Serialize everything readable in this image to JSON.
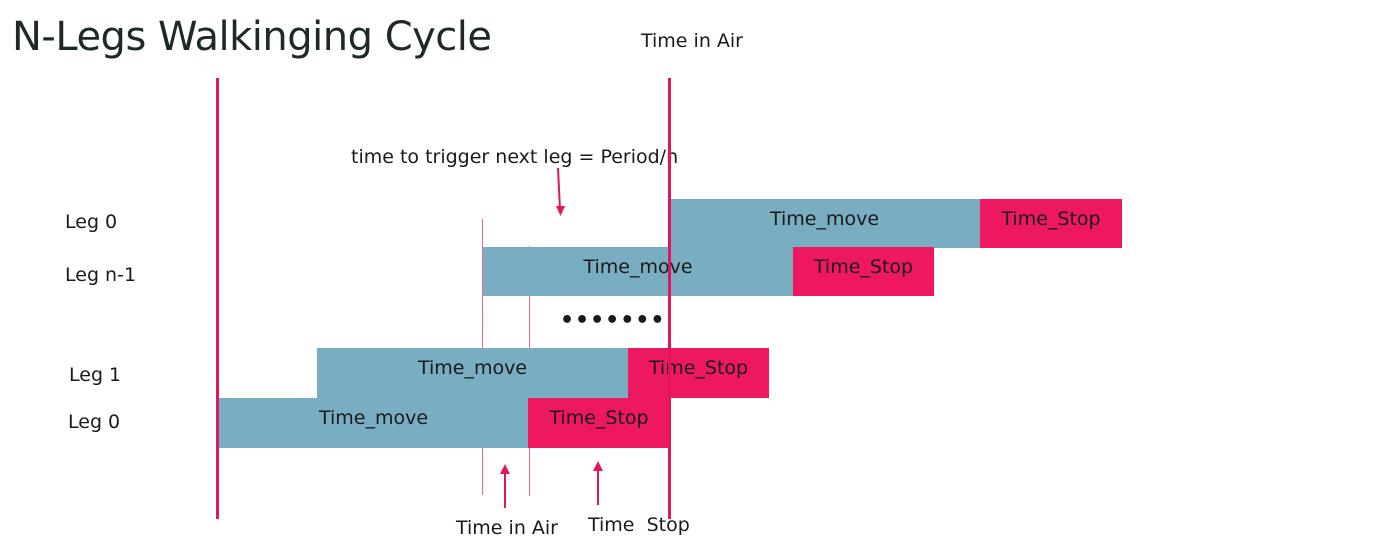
{
  "title": "N-Legs Walkinging Cycle",
  "annotations": {
    "time_in_air_top": "Time in Air",
    "trigger_note": "time to trigger next leg = Period/n",
    "time_in_air_bottom": "Time in Air",
    "time_stop_bottom": "Time  Stop",
    "ellipsis": "•••••••"
  },
  "legs": [
    {
      "label": "Leg 0",
      "move": "Time_move",
      "stop": "Time_Stop"
    },
    {
      "label": "Leg n-1",
      "move": "Time_move",
      "stop": "Time_Stop"
    },
    {
      "label": "Leg 1",
      "move": "Time_move",
      "stop": "Time_Stop"
    },
    {
      "label": "Leg 0",
      "move": "Time_move",
      "stop": "Time_Stop"
    }
  ],
  "colors": {
    "move": "#79adc1",
    "stop": "#ee1861",
    "line": "#e3155f"
  }
}
